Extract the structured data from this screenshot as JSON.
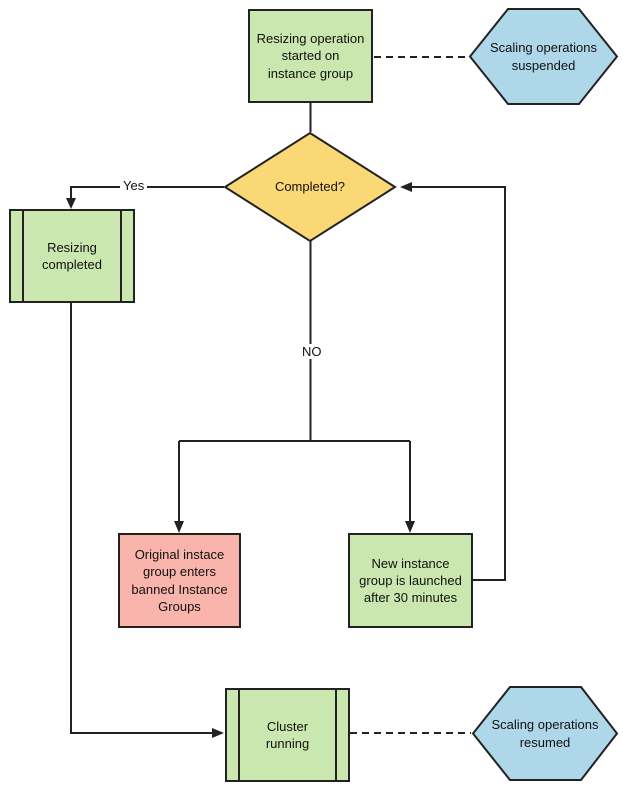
{
  "diagram": {
    "colors": {
      "green": "#c9e7ae",
      "blue": "#aed7ea",
      "yellow": "#fbd876",
      "red": "#f9b4ab",
      "stroke": "#222222",
      "text": "#111111"
    },
    "nodes": {
      "start": {
        "lines": [
          "Resizing operation",
          "started on",
          "instance group"
        ]
      },
      "suspended": {
        "lines": [
          "Scaling operations",
          "suspended"
        ]
      },
      "decision": {
        "label": "Completed?"
      },
      "resizing_completed": {
        "lines": [
          "Resizing",
          "completed"
        ]
      },
      "banned": {
        "lines": [
          "Original instace",
          "group enters",
          "banned Instance",
          "Groups"
        ]
      },
      "new_instance": {
        "lines": [
          "New instance",
          "group is launched",
          "after 30 minutes"
        ]
      },
      "cluster": {
        "lines": [
          "Cluster",
          "running"
        ]
      },
      "resumed": {
        "lines": [
          "Scaling operations",
          "resumed"
        ]
      }
    },
    "edge_labels": {
      "yes": "Yes",
      "no": "NO"
    }
  }
}
